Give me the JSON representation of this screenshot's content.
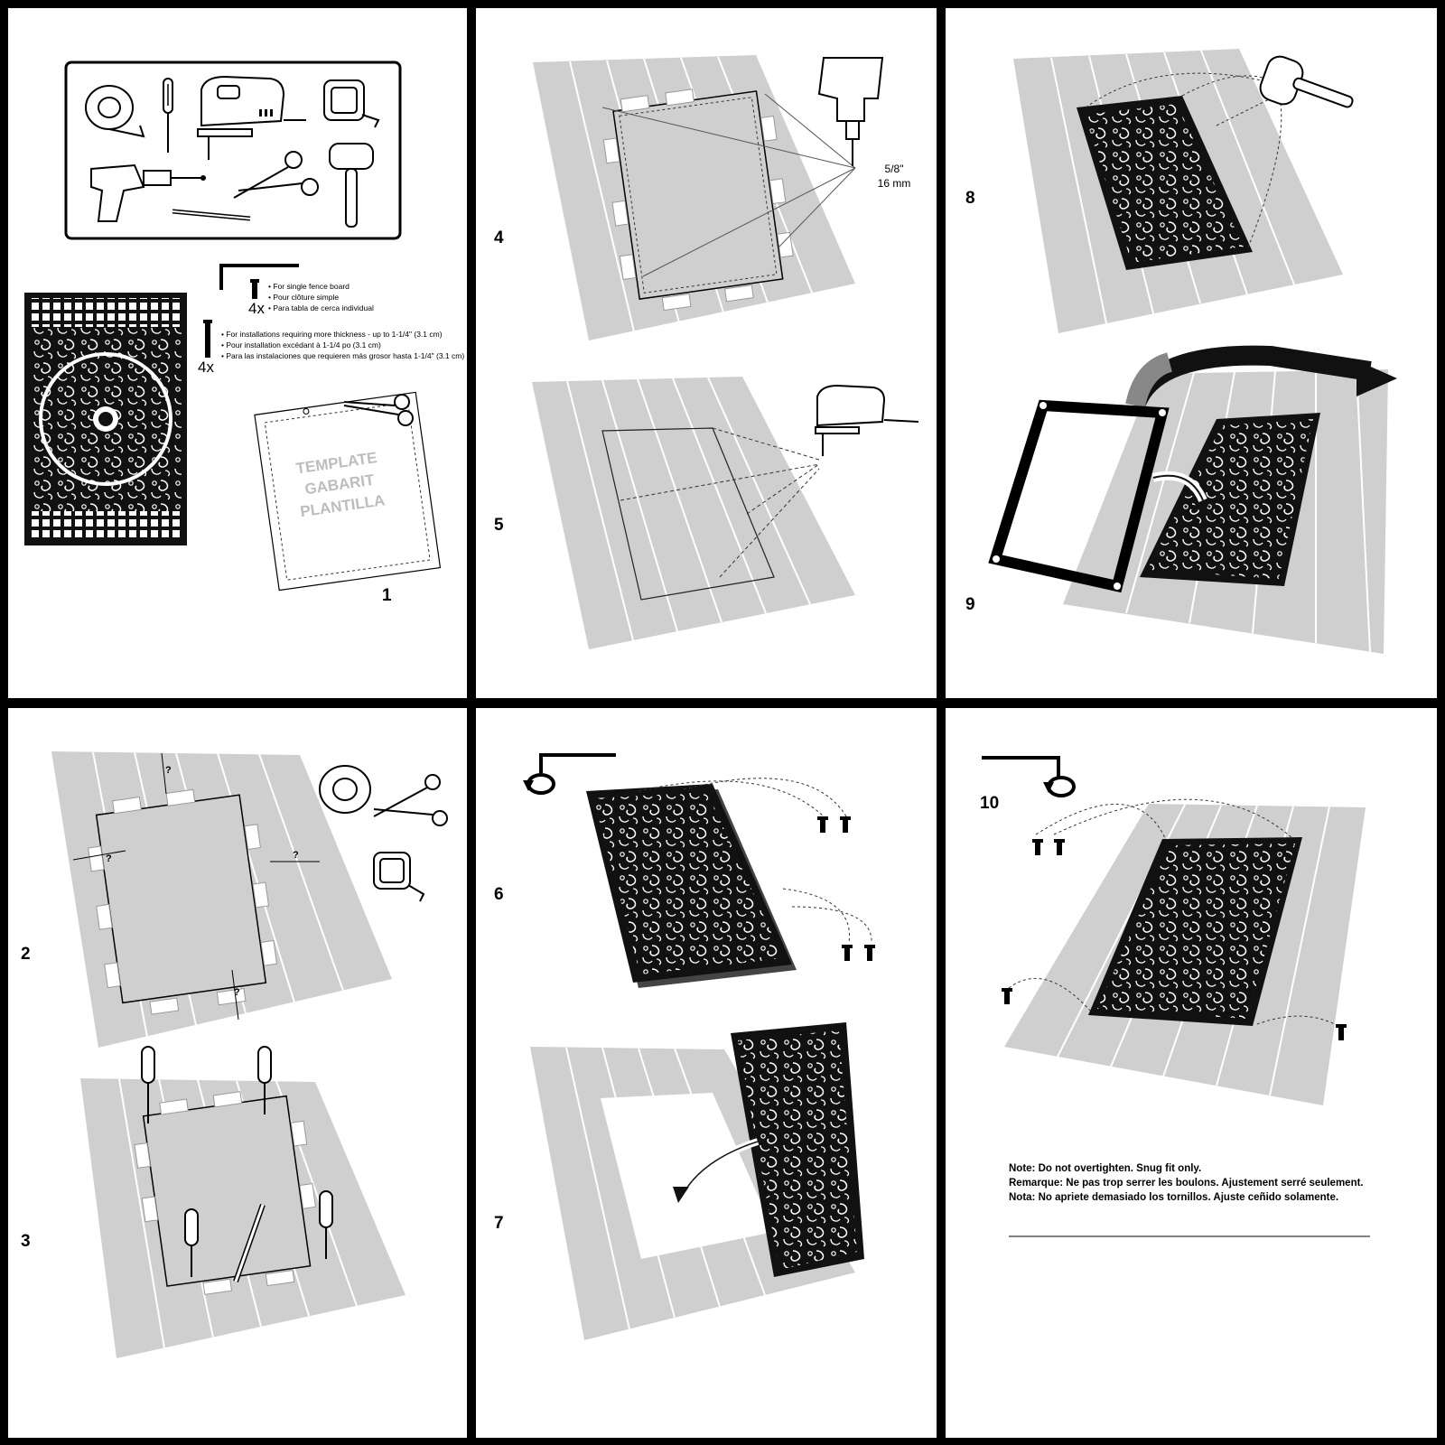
{
  "steps": {
    "s1": "1",
    "s2": "2",
    "s3": "3",
    "s4": "4",
    "s5": "5",
    "s6": "6",
    "s7": "7",
    "s8": "8",
    "s9": "9",
    "s10": "10"
  },
  "template_label": [
    "TEMPLATE",
    "GABARIT",
    "PLANTILLA"
  ],
  "short_screw": {
    "qty": "4x",
    "notes": [
      "• For single fence board",
      "• Pour clôture simple",
      "• Para tabla de cerca individual"
    ]
  },
  "long_screw": {
    "qty": "4x",
    "notes": [
      "• For installations requiring more thickness - up to 1-1/4\" (3.1 cm)",
      "• Pour installation excédant à 1-1/4 po (3.1 cm)",
      "• Para las instalaciones que requieren más grosor hasta 1-1/4\" (3.1 cm)"
    ]
  },
  "drill_bit": {
    "size_in": "5/8\"",
    "size_mm": "16 mm"
  },
  "final_note": [
    "Note: Do not overtighten. Snug fit only.",
    "Remarque: Ne pas trop serrer les boulons. Ajustement serré seulement.",
    "Nota: No apriete demasiado los tornillos. Ajuste ceñido solamente."
  ],
  "colors": {
    "board": "#cfcfcf",
    "board_line": "#ffffff",
    "panel_black": "#111111",
    "frame": "#000000",
    "gap": "#000000"
  },
  "icons": [
    "tape-roll-icon",
    "awl-icon",
    "jigsaw-icon",
    "tape-measure-icon",
    "drill-icon",
    "scissors-icon",
    "mallet-icon",
    "pencil-icon",
    "hex-key-icon",
    "screw-icon",
    "rotate-arrow-icon"
  ]
}
